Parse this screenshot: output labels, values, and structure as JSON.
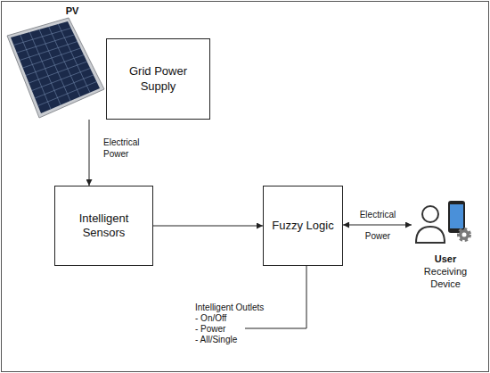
{
  "diagram": {
    "nodes": [
      {
        "text": [
          "PV"
        ]
      },
      {
        "text": [
          "Grid Power Supply"
        ]
      },
      {
        "text": [
          "Intelligent Sensors"
        ]
      },
      {
        "text": [
          "Fuzzy Logic"
        ]
      },
      {
        "text": [
          "User",
          "Receiving Device"
        ]
      }
    ],
    "edges": [
      {
        "from": 0,
        "to": 2,
        "arrow": "to",
        "label": "Electrical Power"
      },
      {
        "from": 2,
        "to": 3,
        "arrow": "to"
      },
      {
        "from": 3,
        "to": 4,
        "arrow": "both",
        "label": "Electrical Power"
      }
    ],
    "labels": [
      "Intelligent Outlets",
      "- On/Off",
      "- Power",
      "- All/Single"
    ]
  }
}
